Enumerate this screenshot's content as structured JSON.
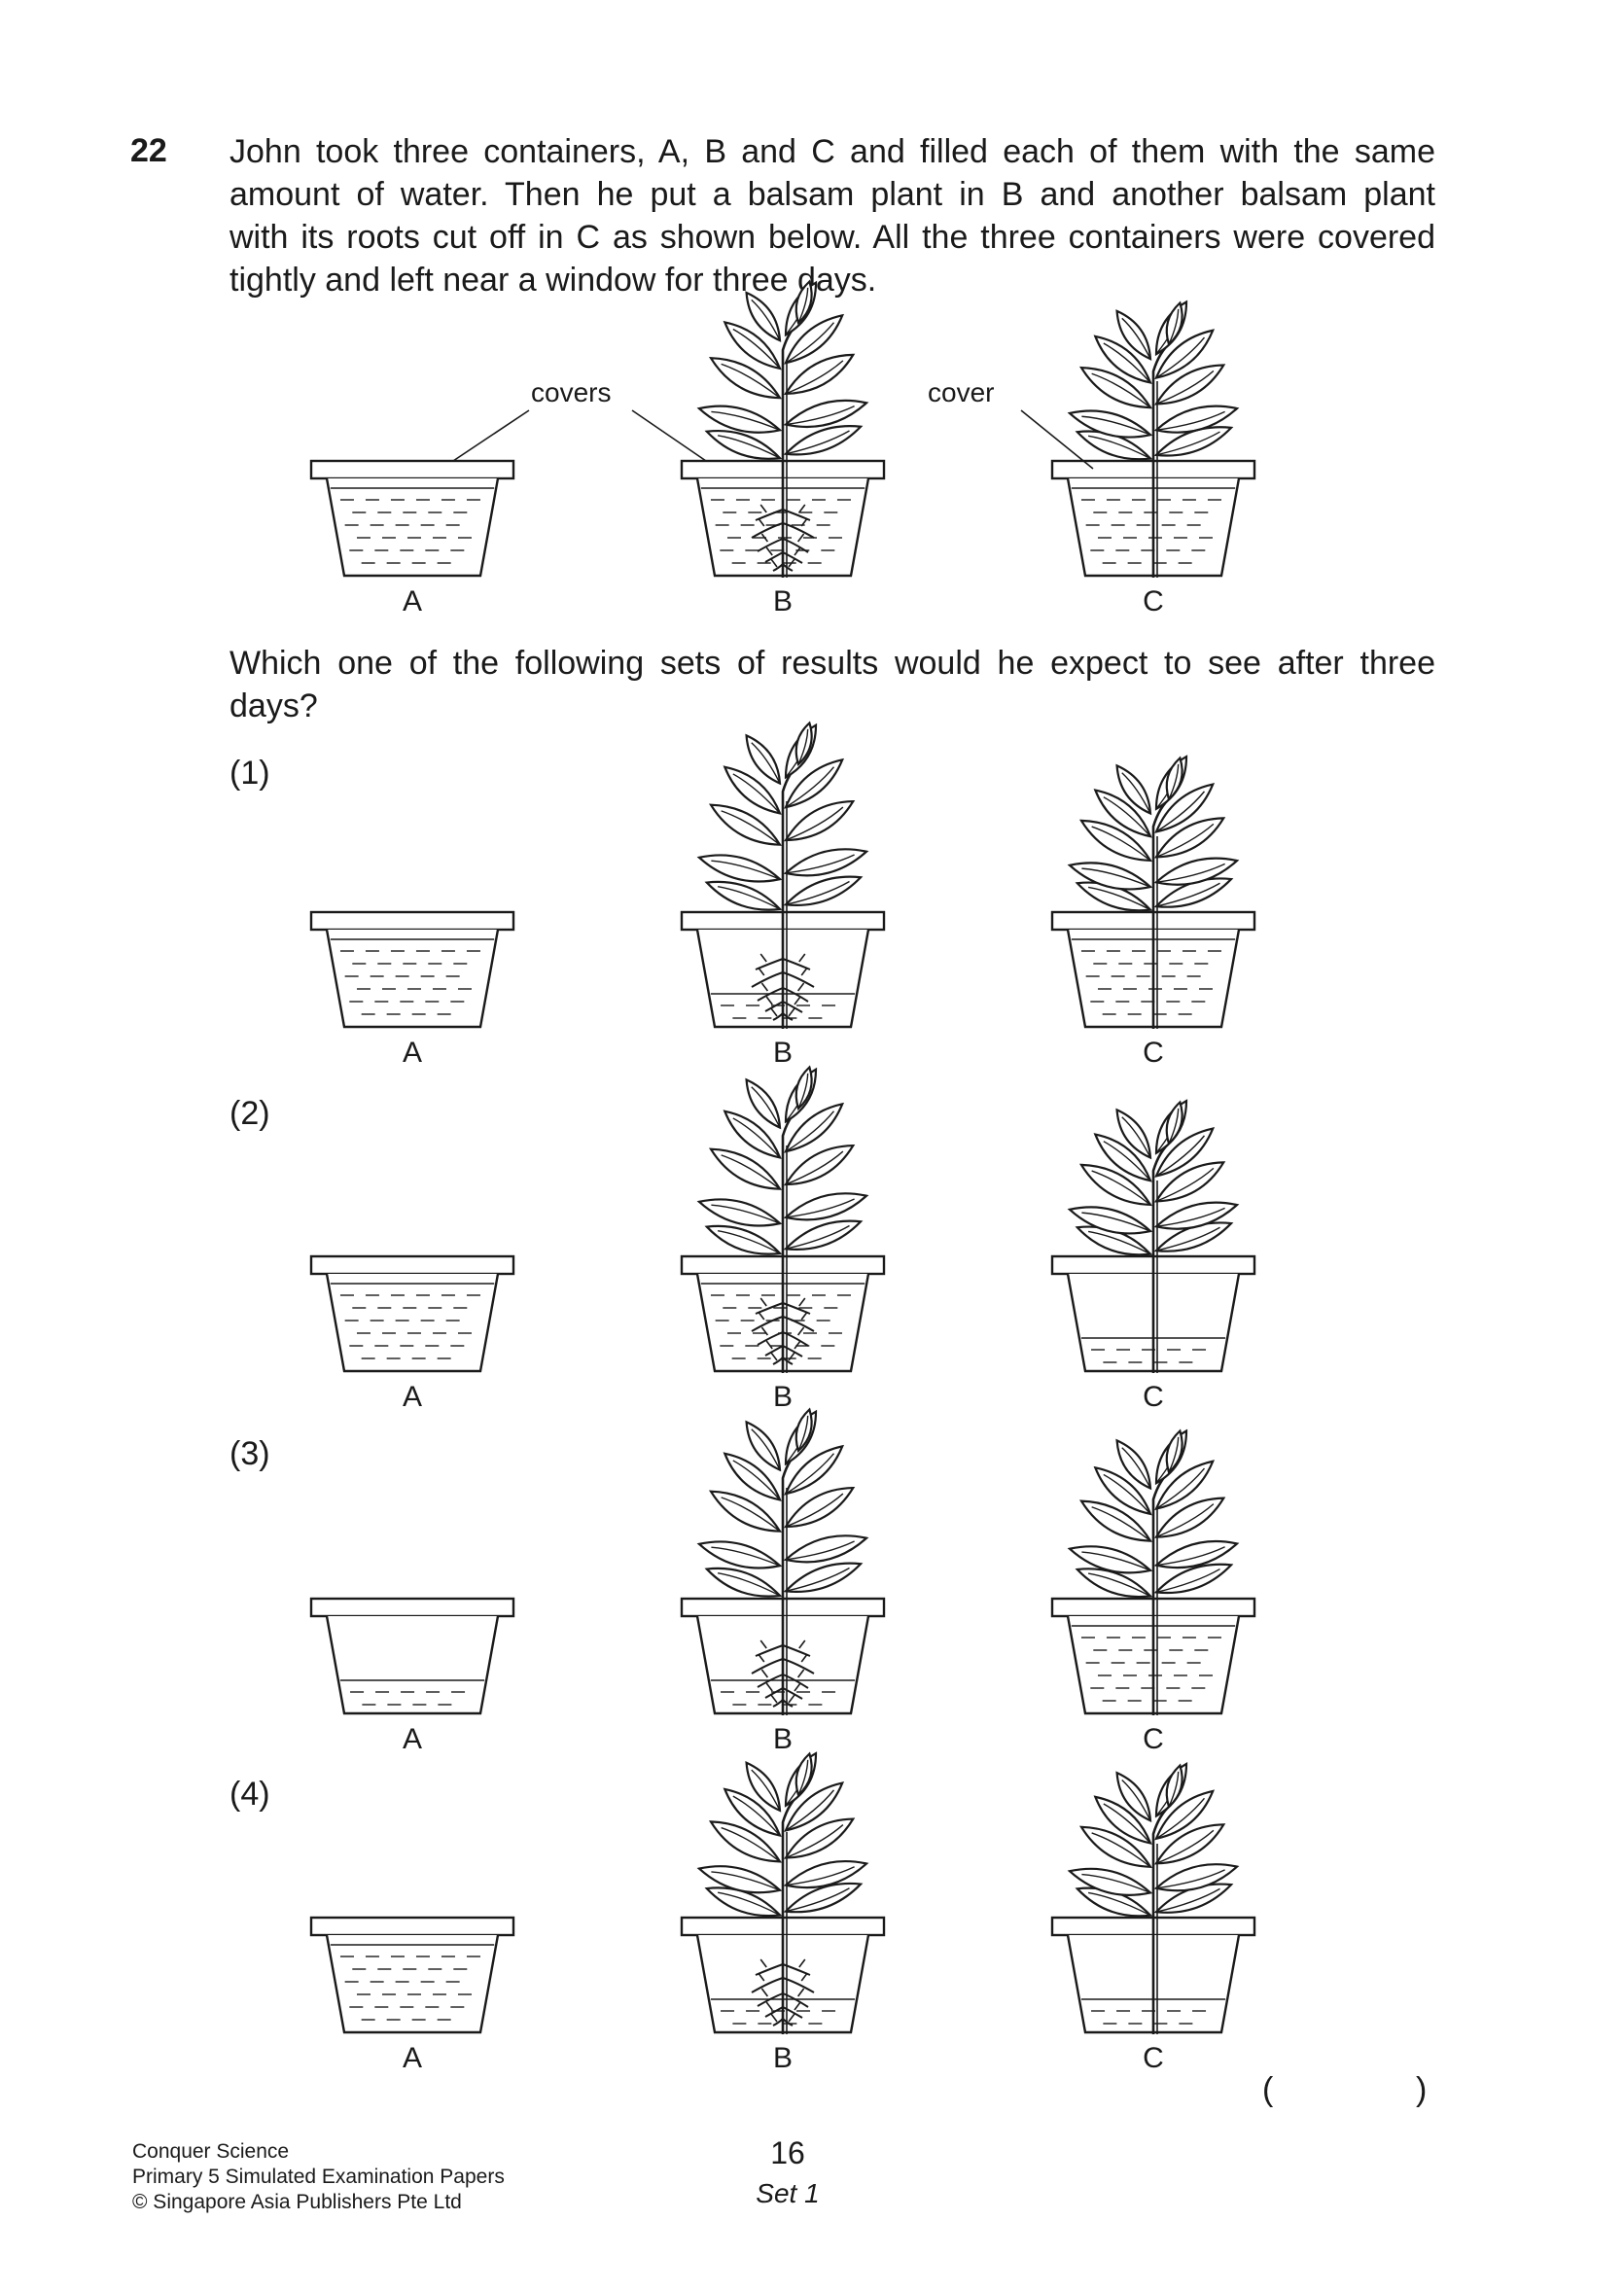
{
  "question": {
    "number": "22",
    "lines": [
      "John took three containers, A, B and C and filled each of them with the same",
      "amount of water. Then he put a balsam plant in B and another balsam plant",
      "with its roots cut off in C as shown below. All the three containers were covered",
      "tightly and left near a window for three days."
    ],
    "prompt_lines": [
      "Which one of the following sets of results would he expect to see after three",
      "days?"
    ]
  },
  "setup_figure": {
    "callouts": [
      "covers",
      "cover"
    ],
    "containers": [
      "A",
      "B",
      "C"
    ]
  },
  "options": [
    {
      "label": "(1)",
      "containers": [
        "A",
        "B",
        "C"
      ],
      "water_level": {
        "A": "full",
        "B": "lowered",
        "C": "full"
      }
    },
    {
      "label": "(2)",
      "containers": [
        "A",
        "B",
        "C"
      ],
      "water_level": {
        "A": "full",
        "B": "full",
        "C": "lowered"
      }
    },
    {
      "label": "(3)",
      "containers": [
        "A",
        "B",
        "C"
      ],
      "water_level": {
        "A": "lowered",
        "B": "lowered",
        "C": "full"
      }
    },
    {
      "label": "(4)",
      "containers": [
        "A",
        "B",
        "C"
      ],
      "water_level": {
        "A": "full",
        "B": "lowered",
        "C": "lowered"
      }
    }
  ],
  "answer_brackets": {
    "open": "(",
    "close": ")"
  },
  "footer": {
    "book_title": "Conquer Science",
    "subtitle": "Primary 5 Simulated Examination Papers",
    "copyright": "© Singapore Asia Publishers Pte Ltd",
    "page_number": "16",
    "set_label": "Set 1"
  }
}
